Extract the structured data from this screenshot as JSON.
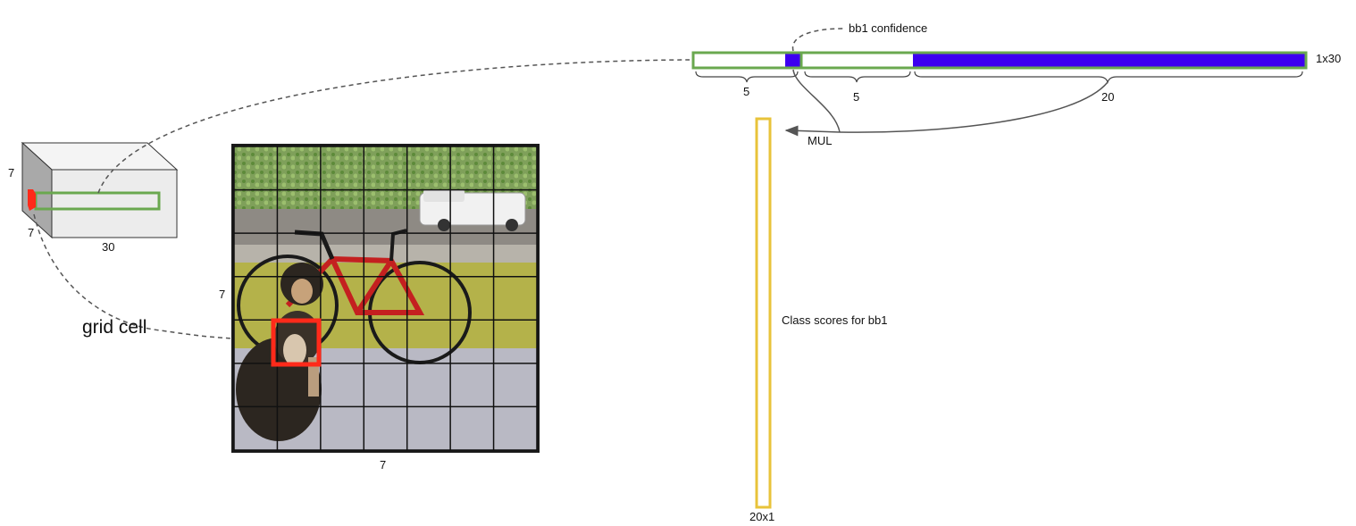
{
  "tensor": {
    "height_label": "7",
    "width_label": "7",
    "depth_label": "30"
  },
  "image": {
    "side_label": "7",
    "bottom_label": "7",
    "grid_size": 7
  },
  "callouts": {
    "grid_cell": "grid cell",
    "bb1_confidence": "bb1 confidence",
    "mul": "MUL",
    "class_scores": "Class scores for bb1"
  },
  "vector": {
    "size_label": "1x30",
    "segments": [
      {
        "label": "5"
      },
      {
        "label": "5"
      },
      {
        "label": "20"
      }
    ]
  },
  "column": {
    "size_label": "20x1"
  },
  "colors": {
    "green": "#6aa84f",
    "blue": "#3d00f0",
    "red": "#ff2a1a",
    "yellow": "#e8c33a"
  }
}
